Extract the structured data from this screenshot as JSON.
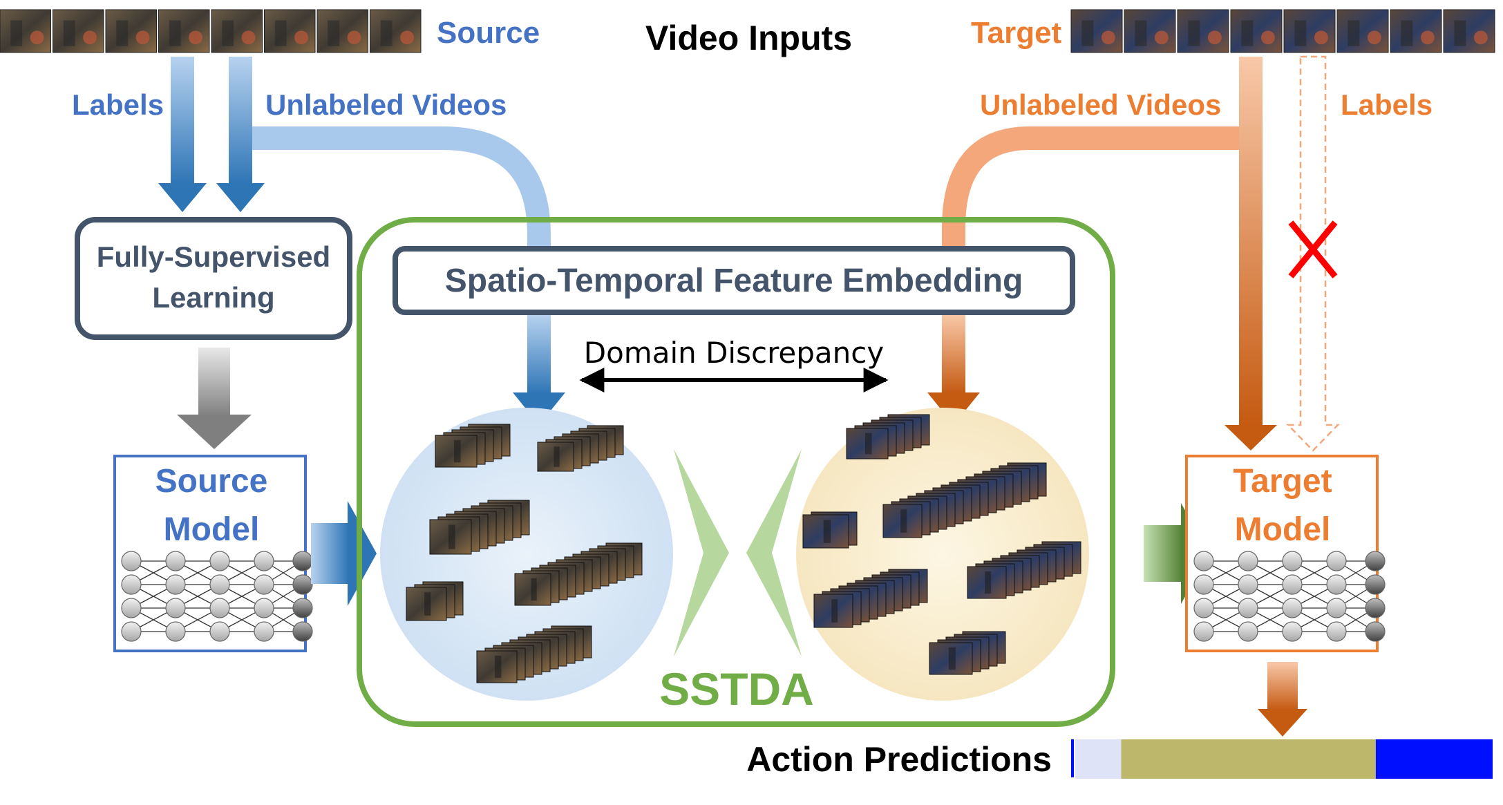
{
  "labels": {
    "video_inputs": "Video Inputs",
    "source": "Source",
    "target": "Target",
    "source_labels": "Labels",
    "source_unlabeled": "Unlabeled Videos",
    "target_unlabeled": "Unlabeled Videos",
    "target_labels": "Labels",
    "fully_supervised_line1": "Fully-Supervised",
    "fully_supervised_line2": "Learning",
    "feature_embedding": "Spatio-Temporal Feature Embedding",
    "domain_discrepancy": "Domain Discrepancy",
    "source_model_line1": "Source",
    "source_model_line2": "Model",
    "target_model_line1": "Target",
    "target_model_line2": "Model",
    "sstda": "SSTDA",
    "action_predictions": "Action Predictions"
  },
  "action_prediction_segments": [
    {
      "fraction": 0.11,
      "color": "#dfe3f7"
    },
    {
      "fraction": 0.61,
      "color": "#bdb76b"
    },
    {
      "fraction": 0.28,
      "color": "#0010ff"
    }
  ],
  "colors": {
    "source_blue": "#4472c4",
    "target_orange": "#ed7d31",
    "sstda_green": "#70ad47",
    "box_border": "#44546a",
    "reject_red": "#ff0000"
  },
  "icons": {
    "network": "neural-network-icon",
    "reject": "red-x-icon",
    "video_clip": "video-frame-stack-icon"
  }
}
